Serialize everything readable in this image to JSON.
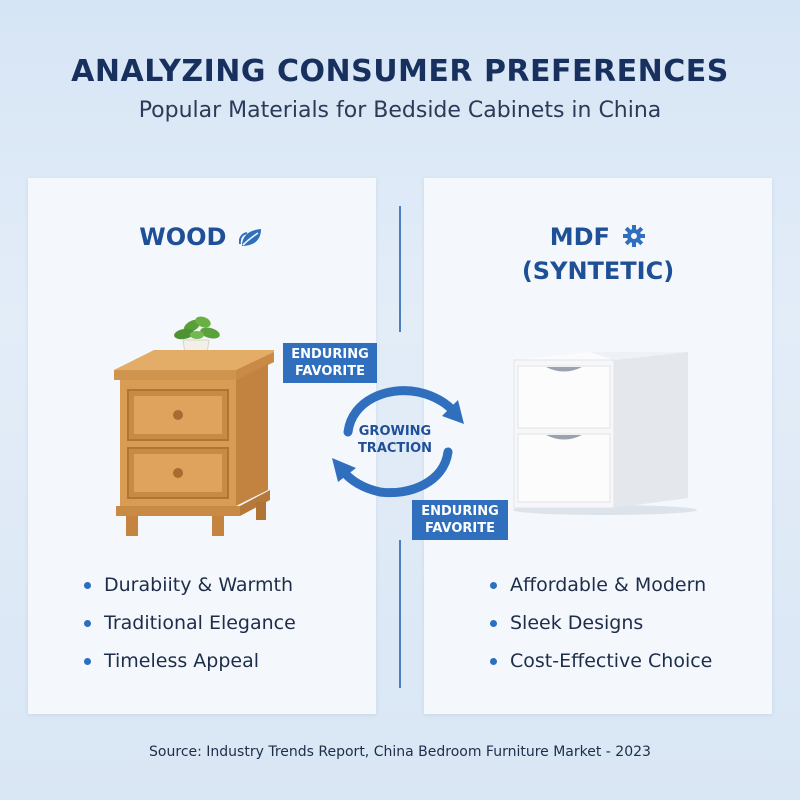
{
  "header": {
    "title": "ANALYZING CONSUMER PREFERENCES",
    "subtitle": "Popular Materials for Bedside Cabinets in China"
  },
  "left_panel": {
    "heading": "WOOD",
    "heading_icon": "leaf-icon",
    "bullets": [
      "Durabiity & Warmth",
      "Traditional Elegance",
      "Timeless Appeal"
    ]
  },
  "right_panel": {
    "heading_line1": "MDF",
    "heading_line2": "(SYNTETIC)",
    "heading_icon": "gear-icon",
    "bullets": [
      "Affordable & Modern",
      "Sleek Designs",
      "Cost-Effective Choice"
    ]
  },
  "center": {
    "tag_top_line1": "ENDURING",
    "tag_top_line2": "FAVORITE",
    "label_line1": "GROWING",
    "label_line2": "TRACTION",
    "tag_bottom_line1": "ENDURING",
    "tag_bottom_line2": "FAVORITE"
  },
  "footer": {
    "source": "Source: Industry Trends Report, China Bedroom Furniture Market - 2023"
  },
  "colors": {
    "accent": "#2f6fbd",
    "heading": "#1f4f96",
    "title": "#17305e",
    "wood": "#d9a05b",
    "mdf": "#f7f7f9"
  }
}
